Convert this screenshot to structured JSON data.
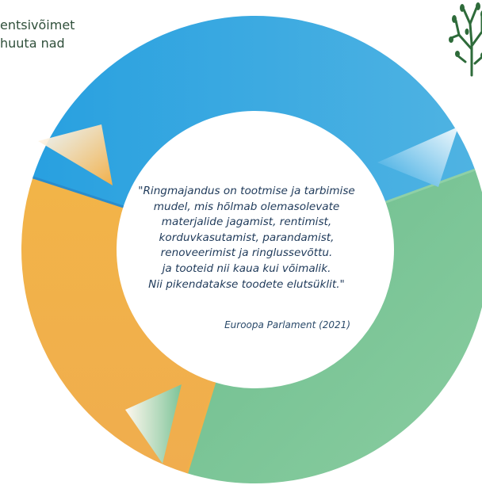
{
  "corner_text": [
    "entsivõimet",
    "huuta nad"
  ],
  "quote_lines": [
    "\"Ringmajandus on tootmise ja tarbimise",
    "mudel, mis hõlmab olemasolevate",
    "materjalide jagamist, rentimist,",
    "korduvkasutamist, parandamist,",
    "renoveerimist ja ringlussevõttu.",
    "ja tooteid nii kaua kui võimalik.",
    "Nii pikendatakse toodete elutsüklit.\""
  ],
  "attribution": "Euroopa Parlament (2021)",
  "colors": {
    "blue": "#32a3de",
    "green": "#7cc397",
    "orange": "#f1b04a",
    "tree": "#2e6b3a",
    "quote_text": "#1f3a5a"
  },
  "ring_segments": [
    "blue",
    "green",
    "orange"
  ],
  "icons": [
    "tree-logo-icon"
  ]
}
